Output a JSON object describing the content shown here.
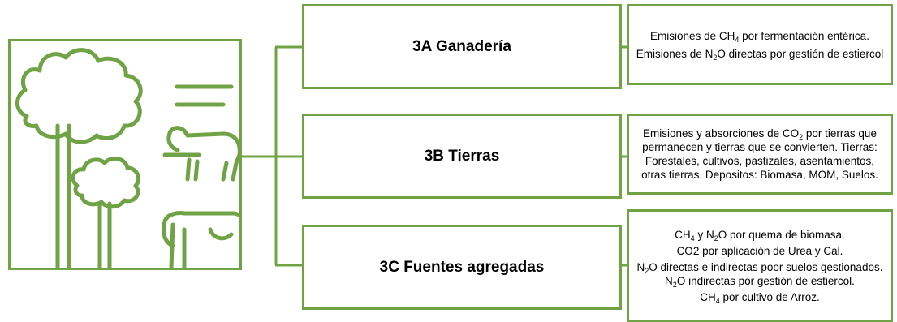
{
  "colors": {
    "accent": "#70a246"
  },
  "icon": {
    "name": "forest-livestock-icon"
  },
  "categories": [
    {
      "label": "3A Ganadería"
    },
    {
      "label": "3B Tierras"
    },
    {
      "label": "3C Fuentes agregadas"
    }
  ],
  "descriptions": {
    "ganaderia": {
      "l1_a": "Emisiones de CH",
      "l1_sub": "4",
      "l1_b": " por fermentación entérica.",
      "l2_a": "Emisiones de N",
      "l2_sub": "2",
      "l2_b": "O directas por gestión de estiercol"
    },
    "tierras": {
      "l1_a": "Emisiones y absorciones de CO",
      "l1_sub": "2",
      "l1_b": " por tierras que permanecen y tierras que se convierten. Tierras: Forestales, cultivos, pastizales, asentamientos, otras tierras. Depositos: Biomasa, MOM, Suelos."
    },
    "fuentes": {
      "l1_a": "CH",
      "l1_sub1": "4",
      "l1_b": " y N",
      "l1_sub2": "2",
      "l1_c": "O por quema de biomasa.",
      "l2": "CO2 por aplicación de Urea y Cal.",
      "l3_a": "N",
      "l3_sub1": "2",
      "l3_b": "O directas e indirectas poor suelos gestionados. N",
      "l3_sub2": "2",
      "l3_c": "O indirectas por gestión de estiercol.",
      "l4_a": "CH",
      "l4_sub": "4",
      "l4_b": " por cultivo de Arroz."
    }
  }
}
